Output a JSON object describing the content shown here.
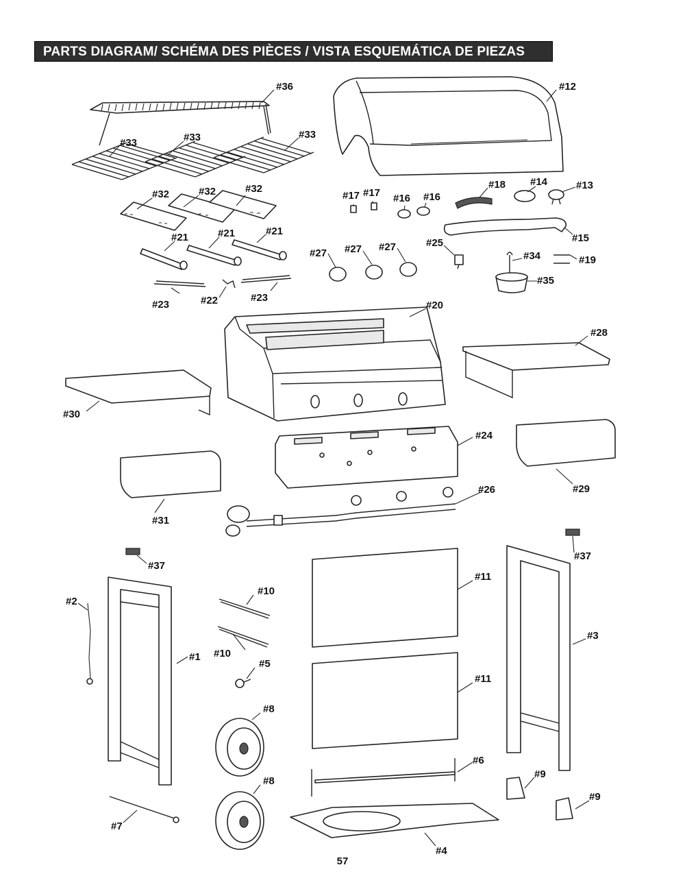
{
  "header": {
    "title": "PARTS DIAGRAM/ SCHÉMA DES PIÈCES / VISTA ESQUEMÁTICA DE PIEZAS"
  },
  "page_number": "57",
  "labels": {
    "p36": "#36",
    "p12": "#12",
    "p33a": "#33",
    "p33b": "#33",
    "p33c": "#33",
    "p32a": "#32",
    "p32b": "#32",
    "p32c": "#32",
    "p17a": "#17",
    "p17b": "#17",
    "p16a": "#16",
    "p16b": "#16",
    "p18": "#18",
    "p14": "#14",
    "p13": "#13",
    "p15": "#15",
    "p21a": "#21",
    "p21b": "#21",
    "p21c": "#21",
    "p27a": "#27",
    "p27b": "#27",
    "p27c": "#27",
    "p25": "#25",
    "p34": "#34",
    "p19": "#19",
    "p35": "#35",
    "p23a": "#23",
    "p22": "#22",
    "p23b": "#23",
    "p20": "#20",
    "p28": "#28",
    "p30": "#30",
    "p24": "#24",
    "p29": "#29",
    "p31": "#31",
    "p26": "#26",
    "p37a": "#37",
    "p37b": "#37",
    "p2": "#2",
    "p1": "#1",
    "p10a": "#10",
    "p10b": "#10",
    "p5": "#5",
    "p8a": "#8",
    "p8b": "#8",
    "p11a": "#11",
    "p11b": "#11",
    "p3": "#3",
    "p6": "#6",
    "p9a": "#9",
    "p9b": "#9",
    "p7": "#7",
    "p4": "#4"
  }
}
